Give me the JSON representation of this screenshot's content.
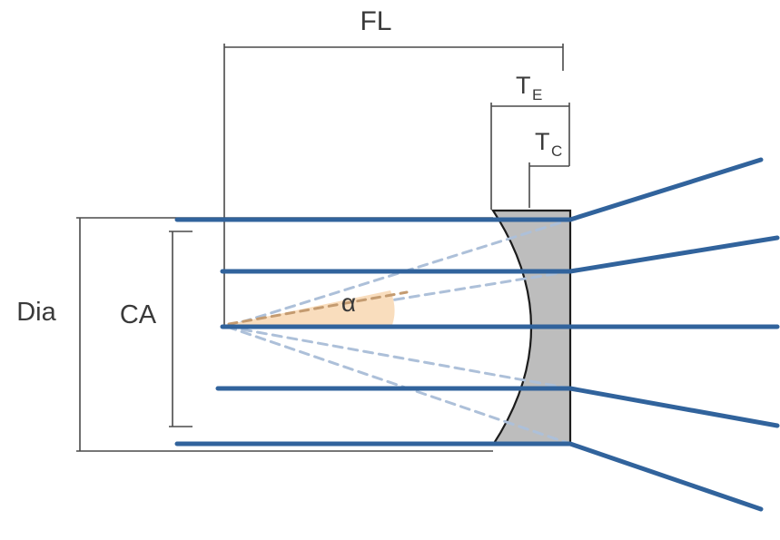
{
  "diagram": {
    "labels": {
      "fl": "FL",
      "t_main_e": "T",
      "t_sub_e": "E",
      "t_main_c": "T",
      "t_sub_c": "C",
      "dia": "Dia",
      "ca": "CA",
      "alpha": "α"
    },
    "colors": {
      "ray": "#31639c",
      "ray_extension": "#adc0d9",
      "angle_fill": "#f9ddbd",
      "angle_line": "#c49b70",
      "lens_fill": "#bdbdbd",
      "lens_outline": "#1c1c1c",
      "dimension": "#4a4a4a",
      "text": "#3a3a3a"
    }
  }
}
